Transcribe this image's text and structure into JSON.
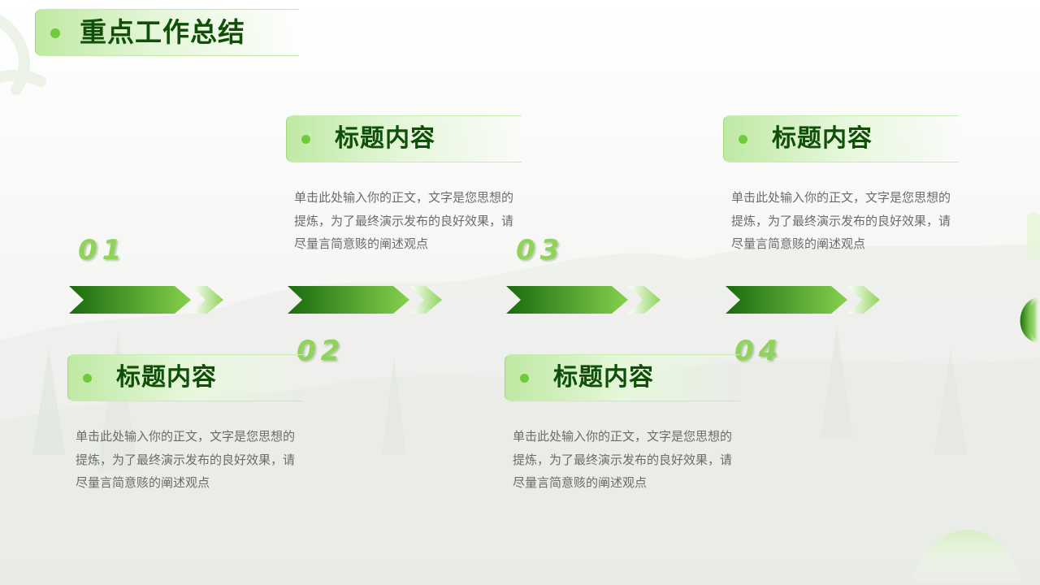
{
  "slide": {
    "title": "重点工作总结"
  },
  "steps": [
    {
      "number": "01",
      "title": "标题内容",
      "body_lines": [
        "单击此处输入你的正文，文字是您思想的",
        "提炼，为了最终演示发布的良好效果，请",
        "尽量言简意赅的阐述观点"
      ]
    },
    {
      "number": "02",
      "title": "标题内容",
      "body_lines": [
        "单击此处输入你的正文，文字是您思想的",
        "提炼，为了最终演示发布的良好效果，请",
        "尽量言简意赅的阐述观点"
      ]
    },
    {
      "number": "03",
      "title": "标题内容",
      "body_lines": [
        "单击此处输入你的正文，文字是您思想的",
        "提炼，为了最终演示发布的良好效果，请",
        "尽量言简意赅的阐述观点"
      ]
    },
    {
      "number": "04",
      "title": "标题内容",
      "body_lines": [
        "单击此处输入你的正文，文字是您思想的",
        "提炼，为了最终演示发布的良好效果，请",
        "尽量言简意赅的阐述观点"
      ]
    }
  ],
  "colors": {
    "title_dark_green": "#0f4f08",
    "accent_green": "#6fcb3c",
    "number_green": "#8fd35a",
    "body_gray": "#6b6b6b"
  },
  "icons": {
    "step_arrow": "chevron-arrow-icon",
    "bullet": "dot-icon"
  }
}
